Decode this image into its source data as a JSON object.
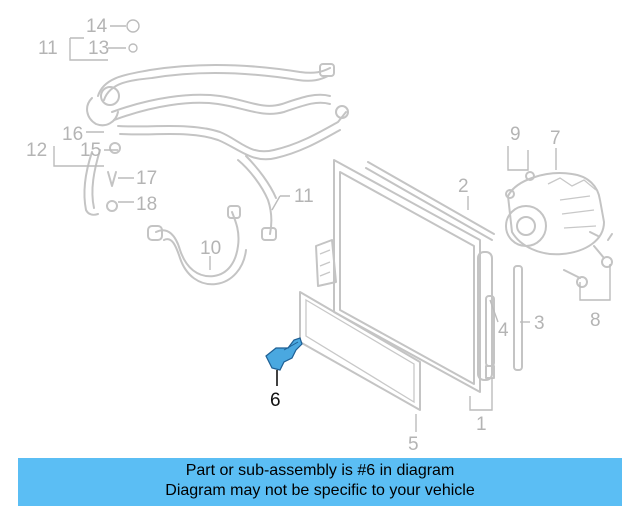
{
  "callouts": {
    "c1": "1",
    "c2": "2",
    "c3": "3",
    "c4": "4",
    "c5": "5",
    "c6": "6",
    "c7": "7",
    "c8": "8",
    "c9": "9",
    "c10": "10",
    "c11a": "11",
    "c11b": "11",
    "c12": "12",
    "c13": "13",
    "c14": "14",
    "c15": "15",
    "c16": "16",
    "c17": "17",
    "c18": "18"
  },
  "banner": {
    "line1": "Part or sub-assembly is #6 in diagram",
    "line2": "Diagram may not be specific to your vehicle"
  },
  "colors": {
    "highlight_part": "#4aa8e0",
    "banner_bg": "#5bbef4",
    "callout_gray": "#b4b4b4"
  }
}
